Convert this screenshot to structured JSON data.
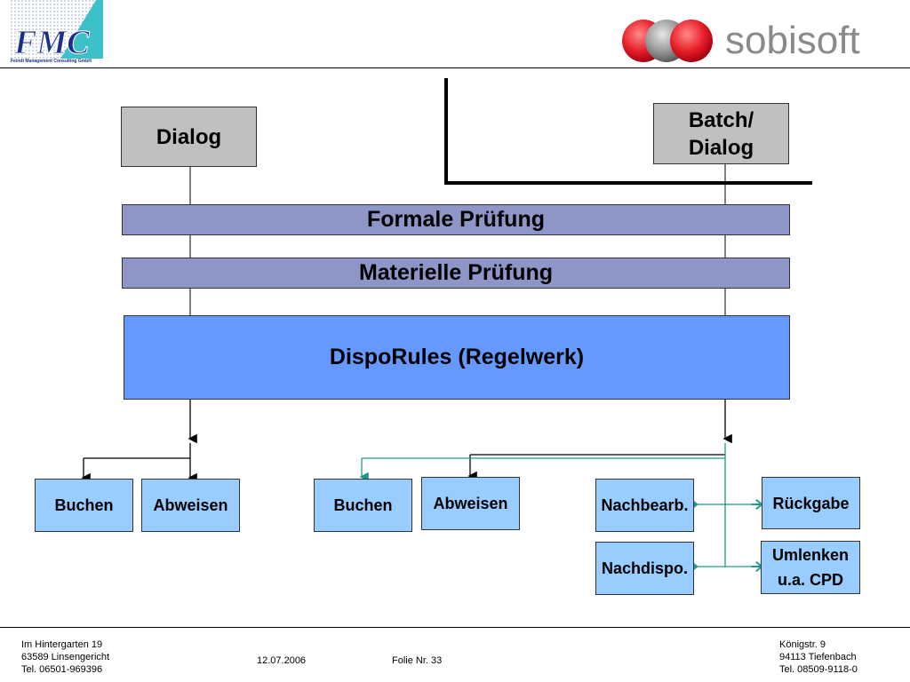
{
  "header": {
    "fmc_logo_text": "FMC",
    "fmc_subtitle": "Feindt Management Consulting GmbH",
    "sobisoft_logo_text": "sobisoft"
  },
  "diagram": {
    "dialog": "Dialog",
    "batch_dialog_line1": "Batch/",
    "batch_dialog_line2": "Dialog",
    "formal_check": "Formale Prüfung",
    "material_check": "Materielle Prüfung",
    "rules_engine": "DispoRules (Regelwerk)",
    "left_book": "Buchen",
    "left_reject": "Abweisen",
    "right_book": "Buchen",
    "right_reject": "Abweisen",
    "rework": "Nachbearb.",
    "return": "Rückgabe",
    "redispo": "Nachdispo.",
    "redirect_line1": "Umlenken",
    "redirect_line2": "u.a. CPD"
  },
  "footer": {
    "left_line1": "Im Hintergarten 19",
    "left_line2": "63589 Linsengericht",
    "left_line3": "Tel. 06501-969396",
    "date": "12.07.2006",
    "slide": "Folie Nr. 33",
    "right_line1": "Königstr. 9",
    "right_line2": "94113 Tiefenbach",
    "right_line3": "Tel. 08509-9118-0"
  },
  "colors": {
    "gray_box": "#c0c0c0",
    "check_band": "#8e96c8",
    "rules_box": "#6699ff",
    "result_box": "#99ccff",
    "teal_line": "#1a9a8a",
    "sobisoft_red": "#e8202a",
    "sobisoft_gray": "#8a8a8a"
  }
}
